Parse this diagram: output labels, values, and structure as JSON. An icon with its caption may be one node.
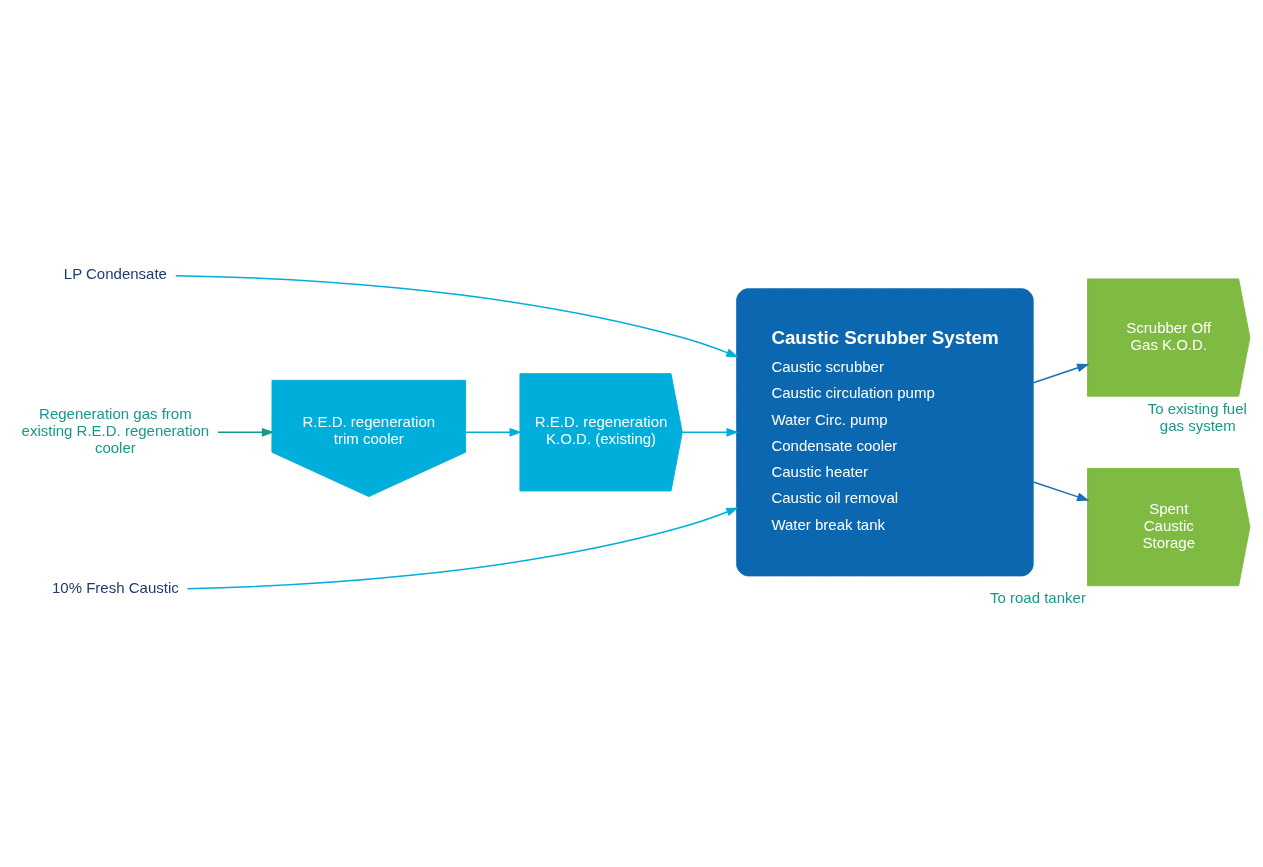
{
  "diagram": {
    "nodes": [
      {
        "text": [
          "LP Condensate"
        ]
      },
      {
        "text": [
          "Regeneration gas from existing R.E.D. regeneration cooler"
        ]
      },
      {
        "text": [
          "R.E.D. regeneration trim cooler"
        ]
      },
      {
        "text": [
          "R.E.D. regeneration K.O.D. (existing)"
        ]
      },
      {
        "text": [
          "10% Fresh Caustic"
        ]
      },
      {
        "text": [
          "Caustic Scrubber System",
          "Caustic scrubber",
          "Caustic circulation pump",
          "Water Circ. pump",
          "Condensate cooler",
          "Caustic heater",
          "Caustic oil removal",
          "Water break tank"
        ]
      },
      {
        "text": [
          "Scrubber Off Gas K.O.D."
        ],
        "beside": [
          "To existing fuel gas system"
        ]
      },
      {
        "text": [
          "Spent Caustic Storage"
        ],
        "beside": [
          "To road tanker"
        ]
      }
    ],
    "edges": [
      {
        "from": 0,
        "to": 5,
        "arrow": "to"
      },
      {
        "from": 1,
        "to": 2,
        "arrow": "to",
        "color": "#16998a"
      },
      {
        "from": 2,
        "to": 3,
        "arrow": "to"
      },
      {
        "from": 3,
        "to": 5,
        "arrow": "to"
      },
      {
        "from": 4,
        "to": 5,
        "arrow": "to"
      },
      {
        "from": 5,
        "to": 6,
        "arrow": "to",
        "color": "#1a6fb5"
      },
      {
        "from": 5,
        "to": 7,
        "arrow": "to",
        "color": "#1a6fb5"
      }
    ]
  }
}
